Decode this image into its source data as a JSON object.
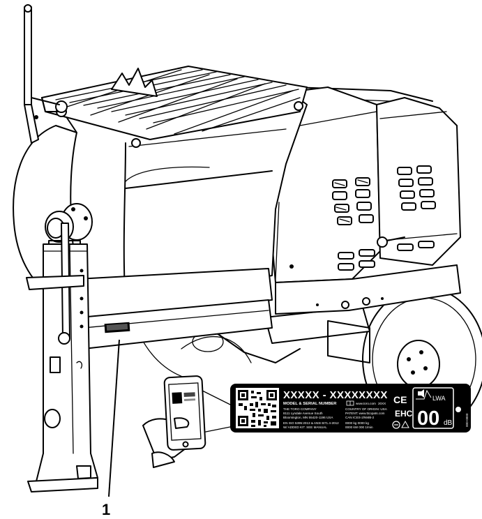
{
  "callout": {
    "number": "1"
  },
  "decal": {
    "model_serial": "XXXXX - XXXXXXXX",
    "heading": "MODEL & SERIAL NUMBER",
    "company_lines": [
      "THE TORO COMPANY",
      "8111 Lyndale Avenue South",
      "Bloomington, MN 55420-1196 USA"
    ],
    "standard_lines": [
      "EN ISO 5395:2013 & ANSI B71.4-2012",
      "W/ ADDED KIT. SEE MANUAL"
    ],
    "website": "www.toro.com",
    "year": "20XX",
    "origin": "COUNTRY OF ORIGIN: USA",
    "patent": "PATENT: www.ttcopats.com",
    "can": "CAN ICES-2/NMB-2",
    "weight": "0000 kg   0000 kg",
    "power": "0000 kW   000 1/min",
    "ce_mark": "CE",
    "eac_mark": "EHC",
    "sound_label": "LWA",
    "sound_value": "00",
    "sound_unit": "dB",
    "part_number": "000-0000"
  },
  "colors": {
    "line": "#000000",
    "background": "#ffffff"
  }
}
